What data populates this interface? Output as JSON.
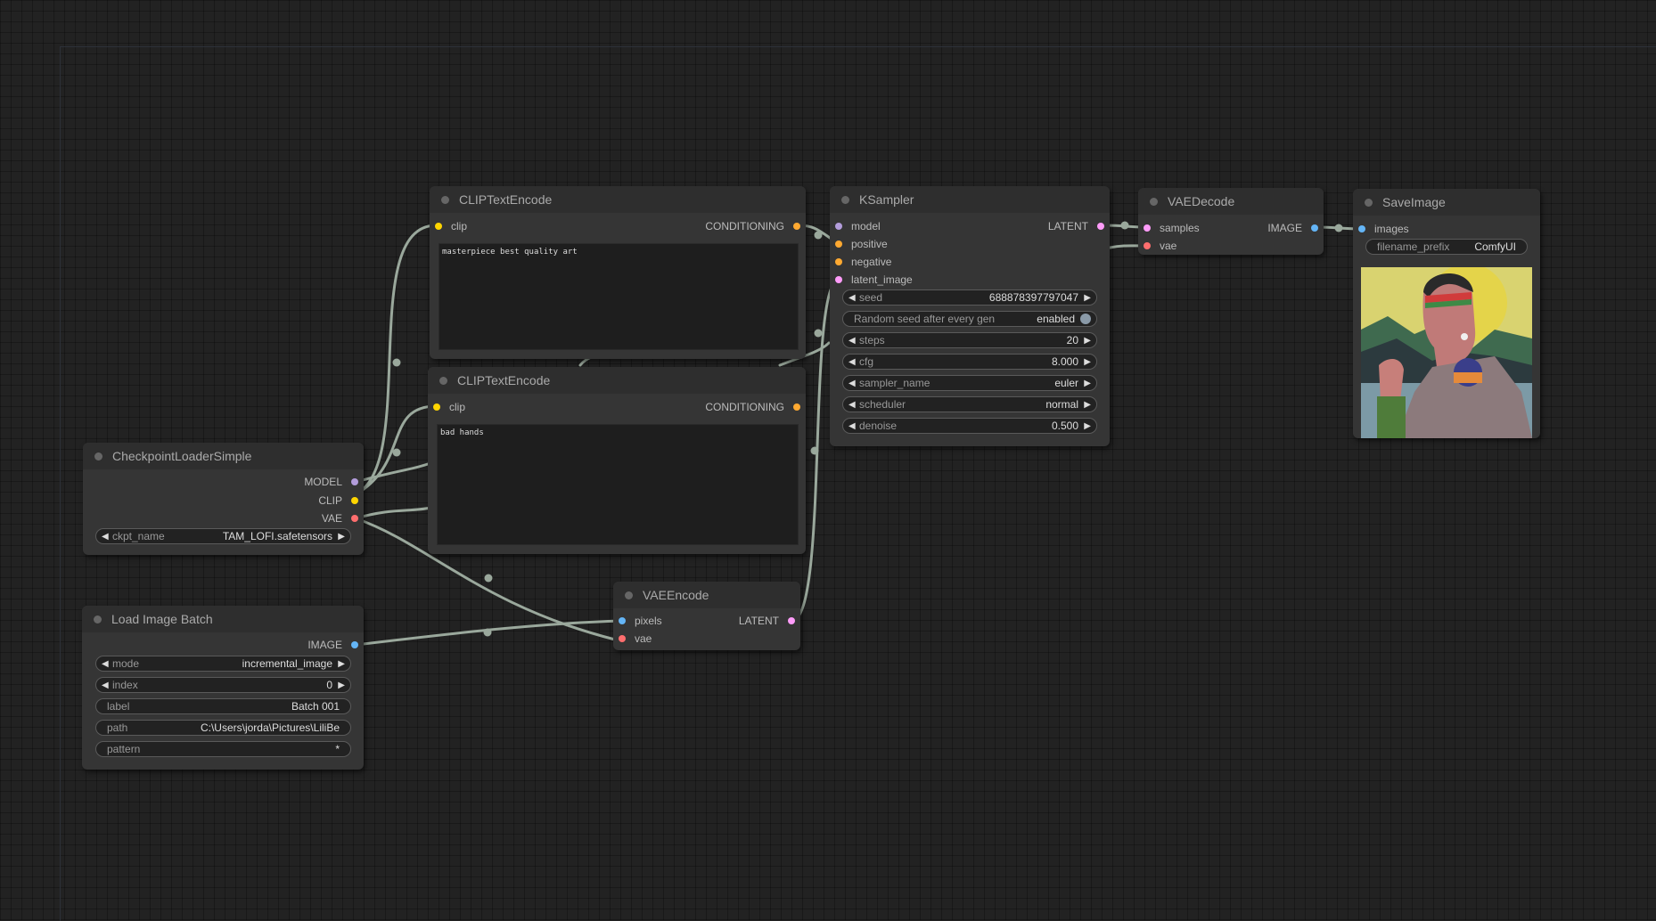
{
  "canvas": {
    "background": "#222222",
    "link_color": "#9aa89c"
  },
  "slot_colors": {
    "model": "#b39ddb",
    "clip": "#ffd500",
    "vae": "#ff6e6e",
    "conditioning": "#ffa931",
    "latent": "#ff9cf9",
    "image": "#64b5f6"
  },
  "nodes": {
    "clip_pos": {
      "title": "CLIPTextEncode",
      "in_clip": "clip",
      "out_cond": "CONDITIONING",
      "text": "masterpiece best quality art"
    },
    "clip_neg": {
      "title": "CLIPTextEncode",
      "in_clip": "clip",
      "out_cond": "CONDITIONING",
      "text": "bad hands"
    },
    "ksampler": {
      "title": "KSampler",
      "in_model": "model",
      "in_positive": "positive",
      "in_negative": "negative",
      "in_latent": "latent_image",
      "out_latent": "LATENT",
      "seed_label": "seed",
      "seed_value": "688878397797047",
      "random_seed_label": "Random seed after every gen",
      "random_seed_value": "enabled",
      "steps_label": "steps",
      "steps_value": "20",
      "cfg_label": "cfg",
      "cfg_value": "8.000",
      "sampler_label": "sampler_name",
      "sampler_value": "euler",
      "scheduler_label": "scheduler",
      "scheduler_value": "normal",
      "denoise_label": "denoise",
      "denoise_value": "0.500"
    },
    "vaedecode": {
      "title": "VAEDecode",
      "in_samples": "samples",
      "in_vae": "vae",
      "out_image": "IMAGE"
    },
    "saveimage": {
      "title": "SaveImage",
      "in_images": "images",
      "prefix_label": "filename_prefix",
      "prefix_value": "ComfyUI"
    },
    "checkpoint": {
      "title": "CheckpointLoaderSimple",
      "out_model": "MODEL",
      "out_clip": "CLIP",
      "out_vae": "VAE",
      "ckpt_label": "ckpt_name",
      "ckpt_value": "TAM_LOFI.safetensors"
    },
    "loadbatch": {
      "title": "Load Image Batch",
      "out_image": "IMAGE",
      "mode_label": "mode",
      "mode_value": "incremental_image",
      "index_label": "index",
      "index_value": "0",
      "label_label": "label",
      "label_value": "Batch 001",
      "path_label": "path",
      "path_value": "C:\\Users\\jorda\\Pictures\\LiliBe",
      "pattern_label": "pattern",
      "pattern_value": "*"
    },
    "vaeencode": {
      "title": "VAEEncode",
      "in_pixels": "pixels",
      "in_vae": "vae",
      "out_latent": "LATENT"
    }
  }
}
